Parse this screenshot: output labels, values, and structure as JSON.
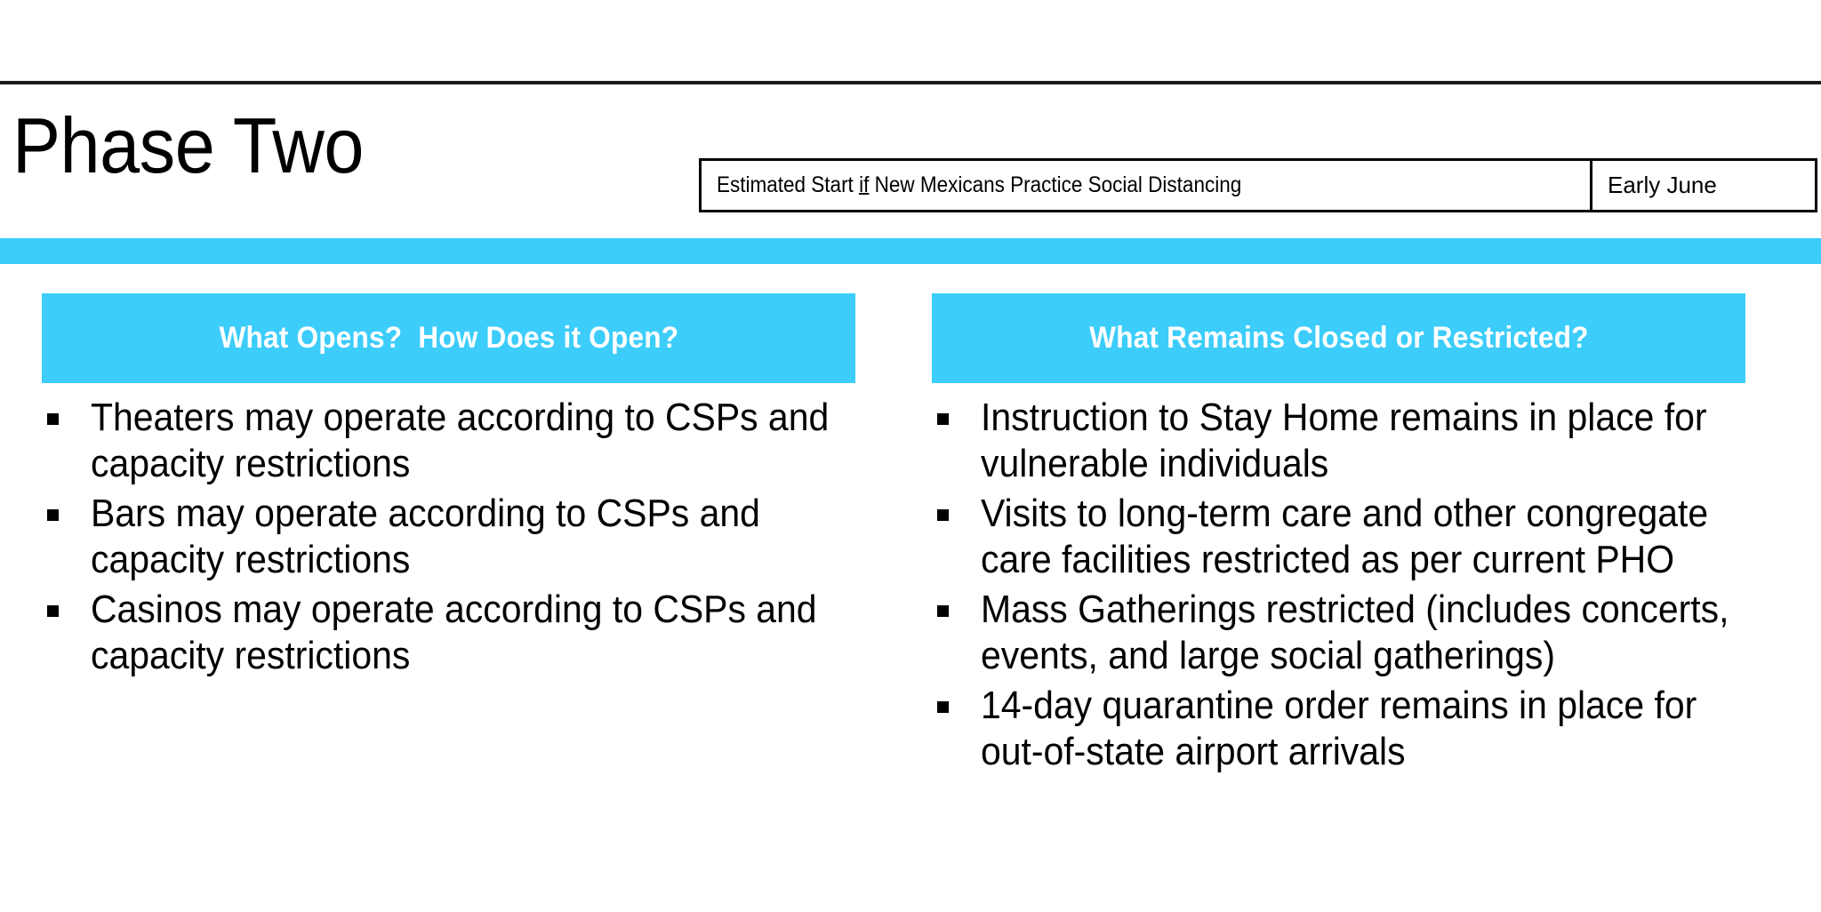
{
  "slide": {
    "title": "Phase Two",
    "accent_color": "#3ccdfa",
    "text_color": "#000000",
    "background_color": "#ffffff"
  },
  "estimate_table": {
    "label_prefix": "Estimated Start ",
    "label_emphasis": "if",
    "label_suffix": " New Mexicans Practice Social Distancing",
    "label_full": "Estimated Start if New Mexicans Practice Social Distancing",
    "value": "Early June"
  },
  "columns": [
    {
      "id": "what-opens",
      "header": "What Opens?  How Does it Open?",
      "items": [
        "Theaters may operate according to CSPs and capacity restrictions",
        "Bars may operate according to CSPs and capacity restrictions",
        "Casinos may operate according to CSPs and capacity restrictions"
      ]
    },
    {
      "id": "what-remains-closed",
      "header": "What Remains Closed or Restricted?",
      "items": [
        "Instruction to Stay Home remains in place for vulnerable individuals",
        "Visits to long-term care and other congregate care facilities restricted as per current PHO",
        "Mass Gatherings restricted (includes concerts, events, and large social gatherings)",
        "14-day quarantine order remains in place for out-of-state airport arrivals"
      ]
    }
  ]
}
